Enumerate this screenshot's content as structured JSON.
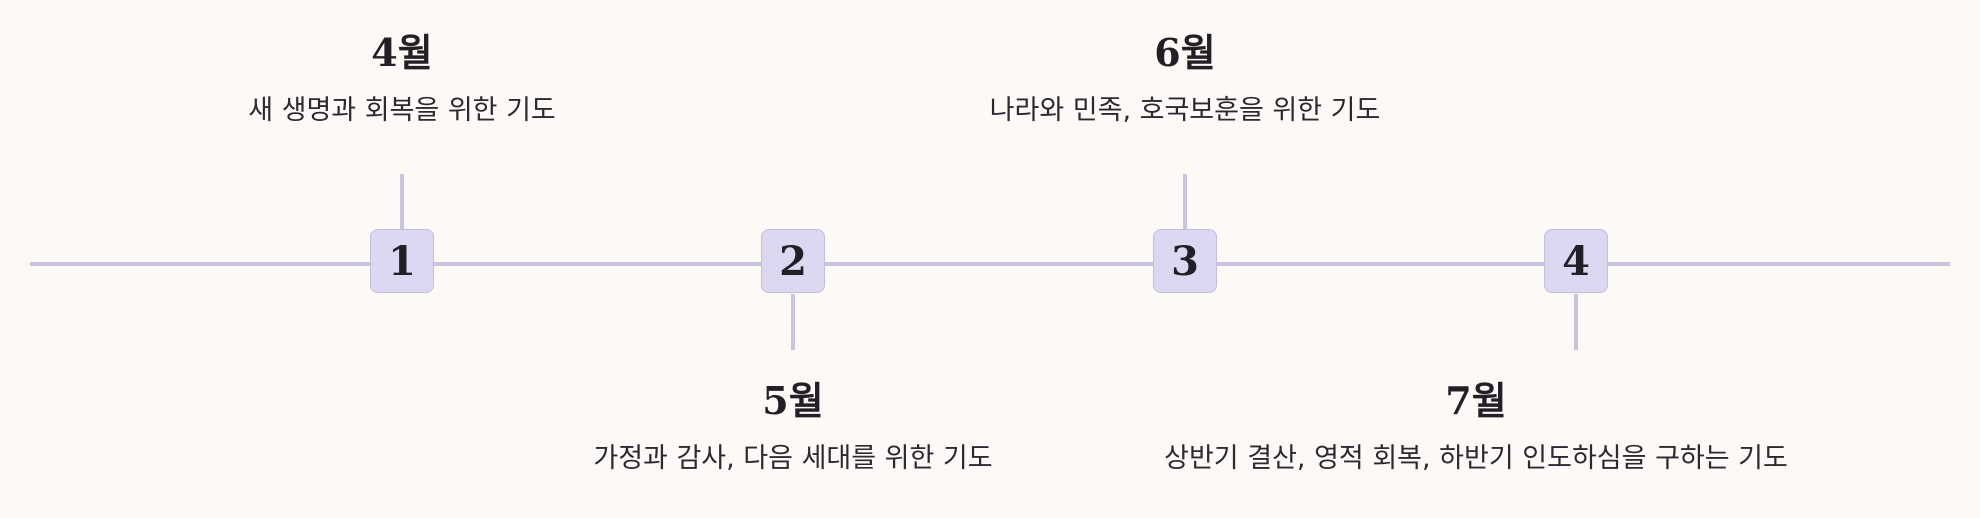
{
  "timeline": {
    "items": [
      {
        "number": "1",
        "month": "4월",
        "description": "새 생명과 회복을 위한 기도"
      },
      {
        "number": "2",
        "month": "5월",
        "description": "가정과 감사, 다음 세대를 위한 기도"
      },
      {
        "number": "3",
        "month": "6월",
        "description": "나라와 민족, 호국보훈을 위한 기도"
      },
      {
        "number": "4",
        "month": "7월",
        "description": "상반기 결산, 영적 회복, 하반기 인도하심을 구하는 기도"
      }
    ]
  },
  "colors": {
    "background": "#fdf9f7",
    "line": "#c9c3dc",
    "node_fill": "#ddd8f1",
    "node_border": "#c3bde0",
    "text": "#231f26"
  }
}
